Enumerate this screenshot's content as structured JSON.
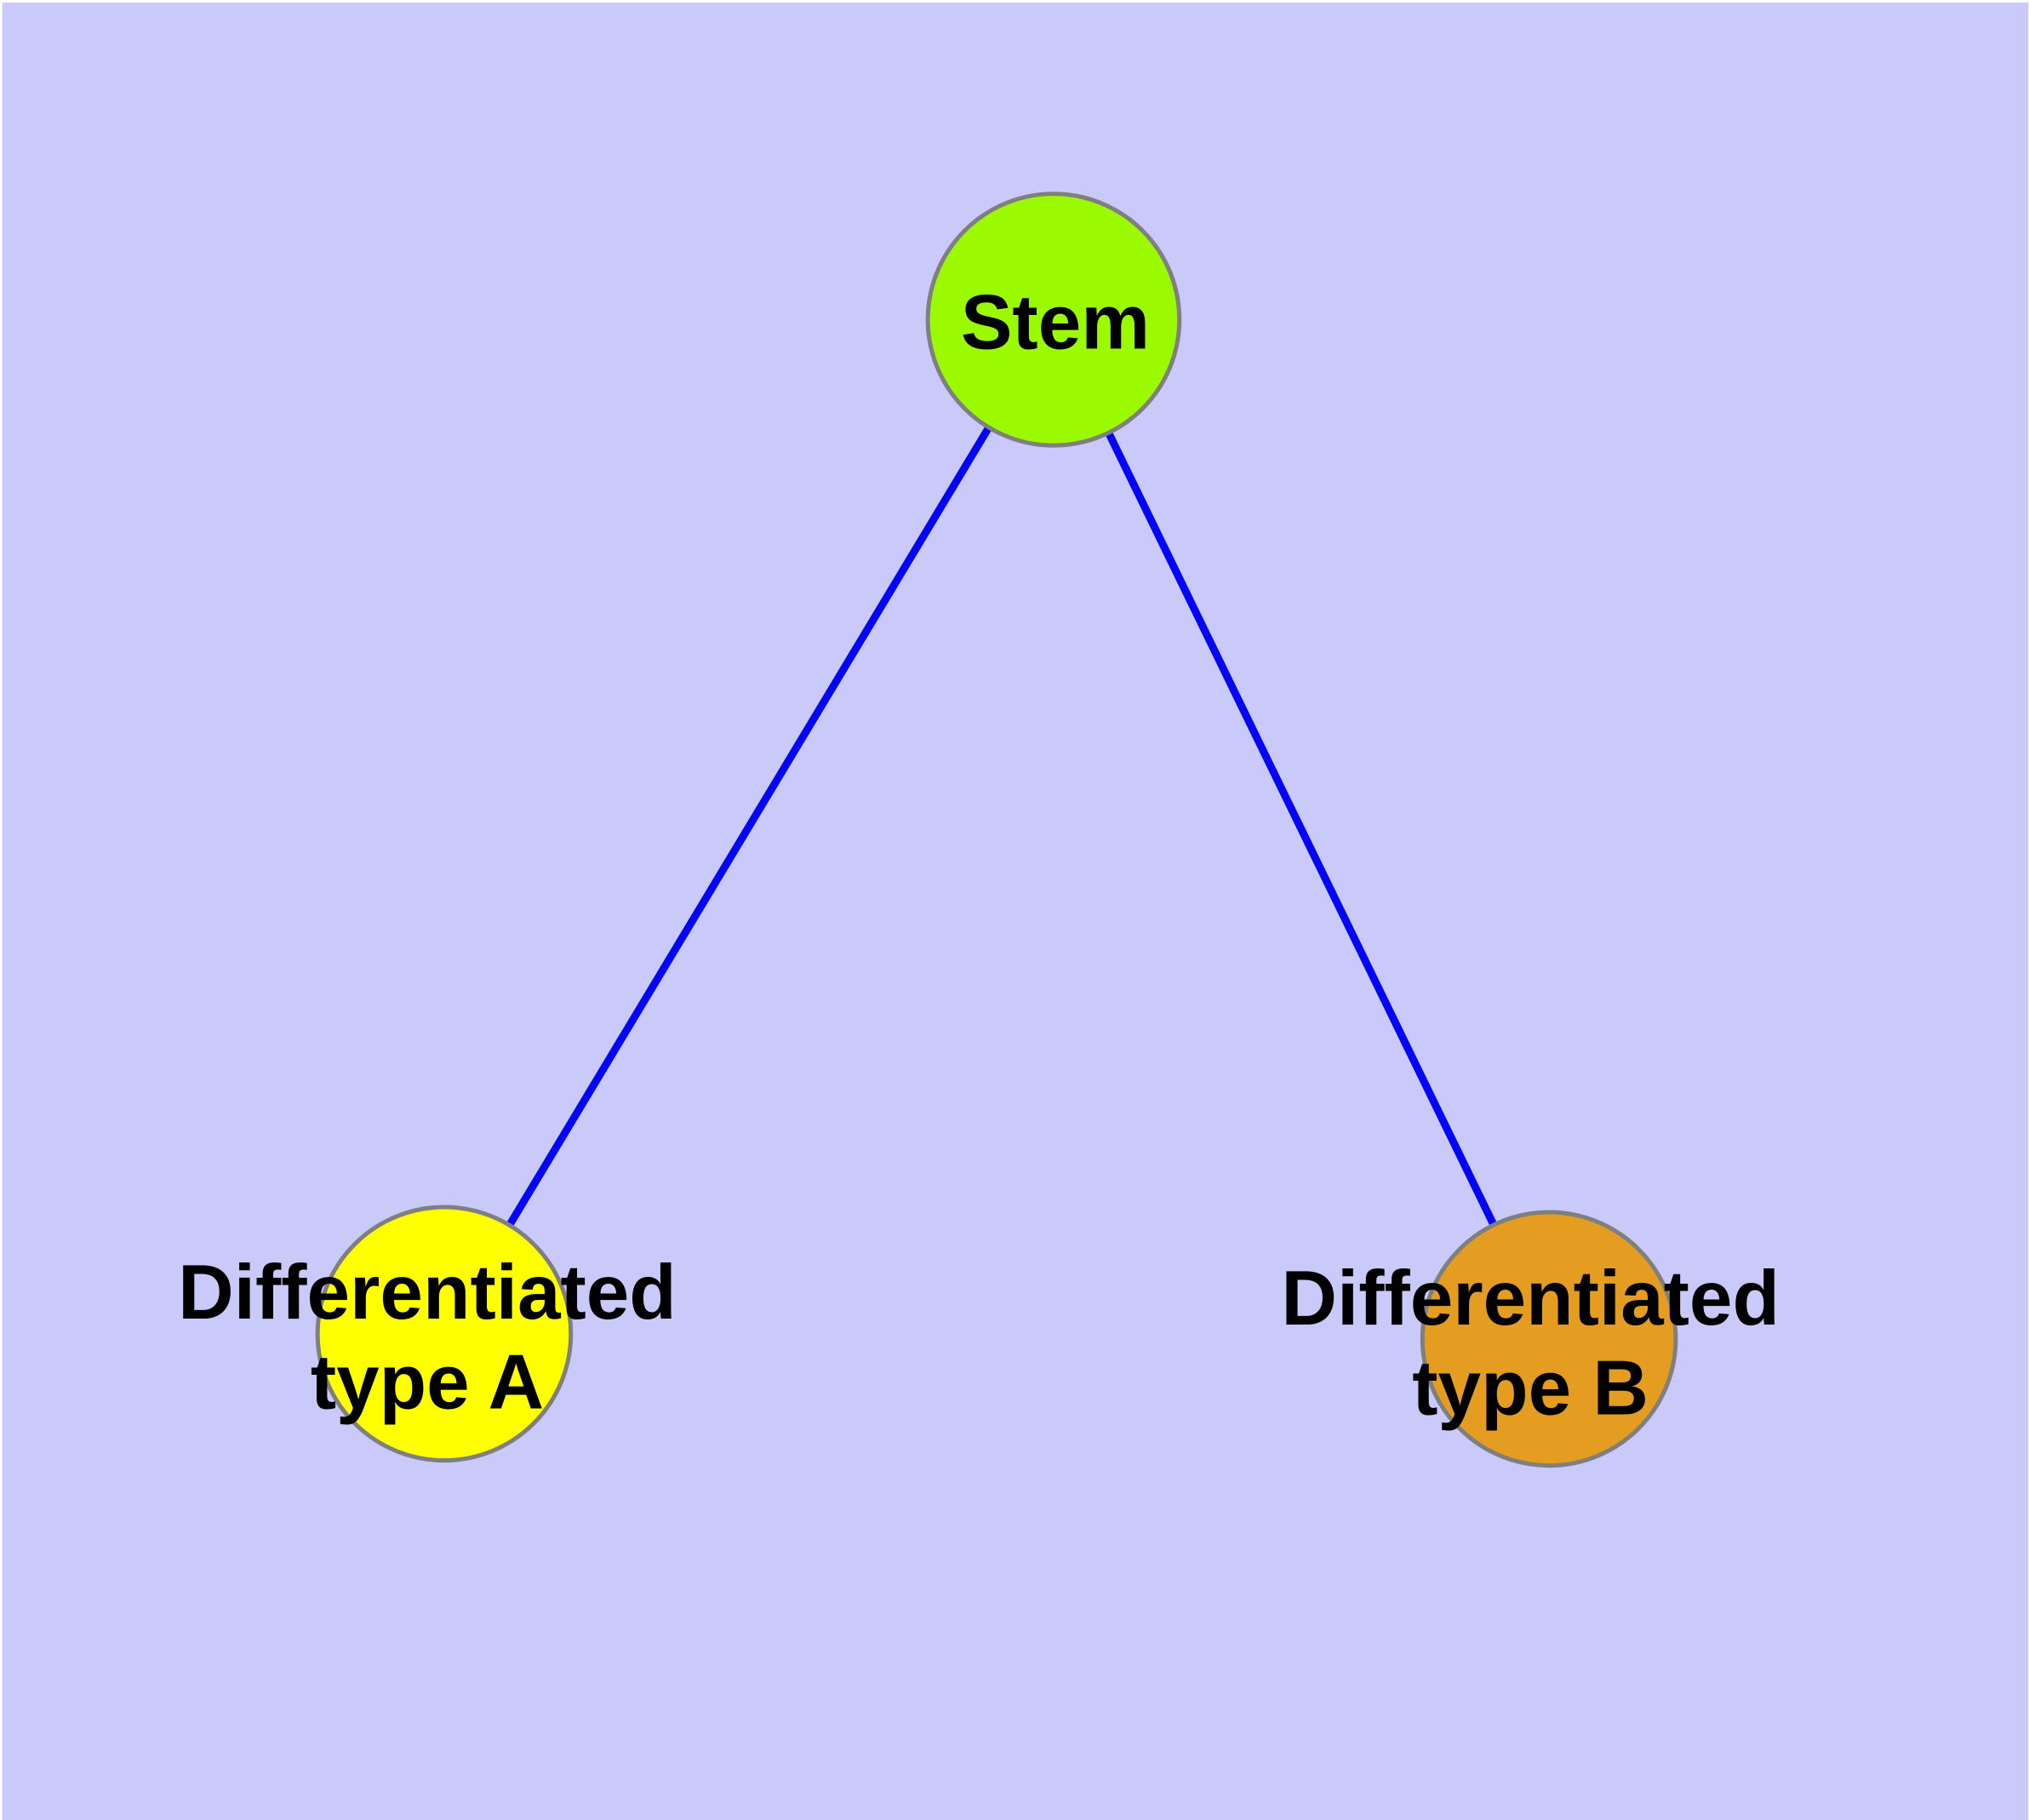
{
  "diagram": {
    "background_color": "#cacafa",
    "edge_color": "#0303fb",
    "node_border_color": "#7f7f7f",
    "label_color": "#000000",
    "nodes": [
      {
        "id": "stem",
        "label": "Stem",
        "label_lines": [
          "Stem"
        ],
        "fill": "#9bfa00"
      },
      {
        "id": "differentiated-type-a",
        "label": "Differentiated type A",
        "label_lines": [
          "Differentiated",
          "type A"
        ],
        "fill": "#ffff00"
      },
      {
        "id": "differentiated-type-b",
        "label": "Differentiated type B",
        "label_lines": [
          "Differentiated",
          "type B"
        ],
        "fill": "#e49d20"
      }
    ],
    "edges": [
      {
        "from": "Stem",
        "to": "Differentiated type A"
      },
      {
        "from": "Stem",
        "to": "Differentiated type B"
      }
    ]
  }
}
